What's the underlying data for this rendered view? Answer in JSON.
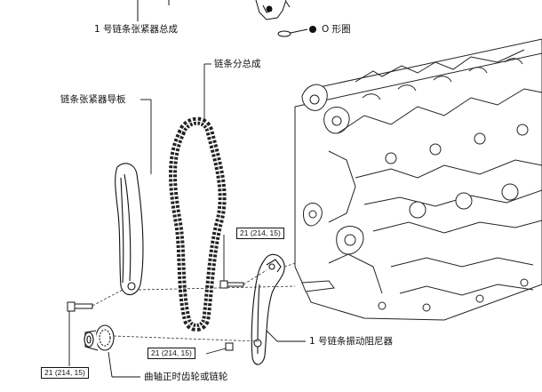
{
  "labels": {
    "tensioner_assy": "1 号链条张紧器总成",
    "o_ring": "O 形圈",
    "chain_subassy": "链条分总成",
    "tensioner_slipper": "链条张紧器导板",
    "vibration_damper": "1 号链条振动阻尼器",
    "crank_sprocket": "曲轴正时齿轮或链轮"
  },
  "torque": {
    "upper_bolt": "21 (214, 15)",
    "middle_bolt": "21 (214, 15)",
    "lower_bolt": "21 (214, 15)"
  }
}
